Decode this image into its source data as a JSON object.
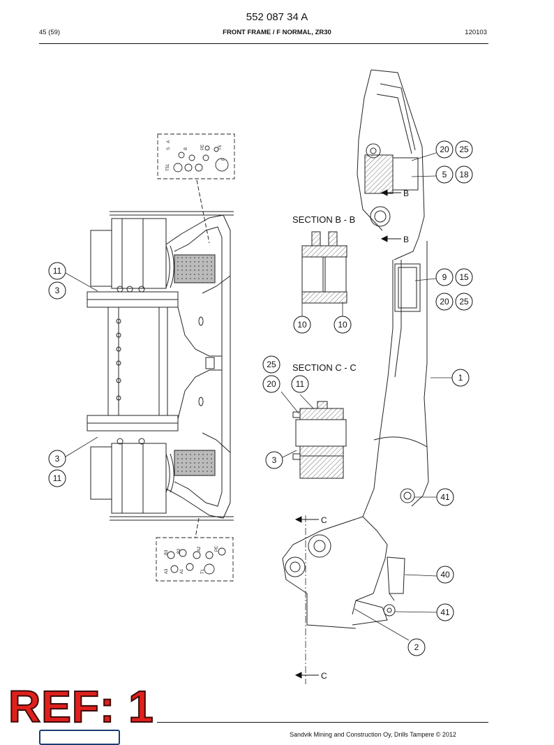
{
  "header": {
    "document_number": "552 087 34 A",
    "page": "45 (59)",
    "title": "FRONT FRAME / F NORMAL, ZR30",
    "date_code": "120103"
  },
  "sections": {
    "b": "SECTION B - B",
    "c": "SECTION C - C",
    "b_marker": "B",
    "c_marker": "C"
  },
  "callouts": [
    "20",
    "25",
    "5",
    "18",
    "9",
    "15",
    "20",
    "25",
    "1",
    "41",
    "40",
    "41",
    "2",
    "11",
    "3",
    "3",
    "11",
    "10",
    "10",
    "25",
    "20",
    "11",
    "3"
  ],
  "detail_labels": {
    "top": [
      "T51",
      "S",
      "A",
      "B",
      "PE",
      "T5",
      "F"
    ],
    "bottom": [
      "B3",
      "B2",
      "A2",
      "PE",
      "A3",
      "A1",
      "T1"
    ]
  },
  "stamp": "REF: 1",
  "footer": {
    "copyright": "Sandvik Mining and Construction Oy, Drills Tampere © 2012"
  }
}
